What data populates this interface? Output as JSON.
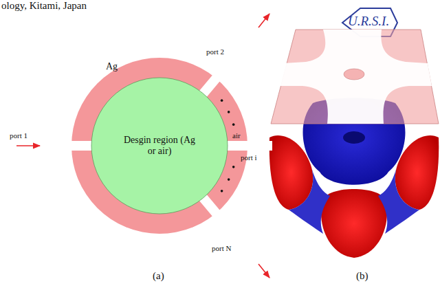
{
  "diagram": {
    "nodes": [
      {
        "text": [
          "Ag"
        ]
      },
      {
        "text": [
          "Desgin region (Ag or air)"
        ],
        "in": 0
      }
    ],
    "labels": [
      "ology, Kitami, Japan",
      "U.R.S.I.",
      "port 1",
      "port 2",
      "air",
      "port i",
      "port N",
      "(a)",
      "(b)"
    ]
  }
}
